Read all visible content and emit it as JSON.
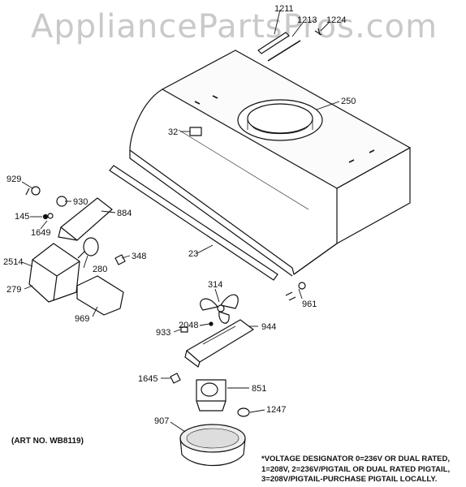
{
  "watermark": "AppliancePartsPros.com",
  "art_number": "(ART NO. WB8119)",
  "footnote": [
    "*VOLTAGE DESIGNATOR 0=236V OR DUAL RATED,",
    "1=208V, 2=236V/PIGTAIL OR DUAL RATED PIGTAIL,",
    "3=208V/PIGTAIL-PURCHASE PIGTAIL LOCALLY."
  ],
  "callouts": {
    "p1211": "1211",
    "p1213": "1213",
    "p1224": "1224",
    "p250": "250",
    "p32": "32",
    "p929": "929",
    "p930": "930",
    "p884": "884",
    "p145": "145",
    "p1649": "1649",
    "p23": "23",
    "p348": "348",
    "p2514": "2514",
    "p280": "280",
    "p279": "279",
    "p969": "969",
    "p314": "314",
    "p961": "961",
    "p2048": "2048",
    "p944": "944",
    "p933": "933",
    "p1645": "1645",
    "p851": "851",
    "p1247": "1247",
    "p907": "907"
  }
}
